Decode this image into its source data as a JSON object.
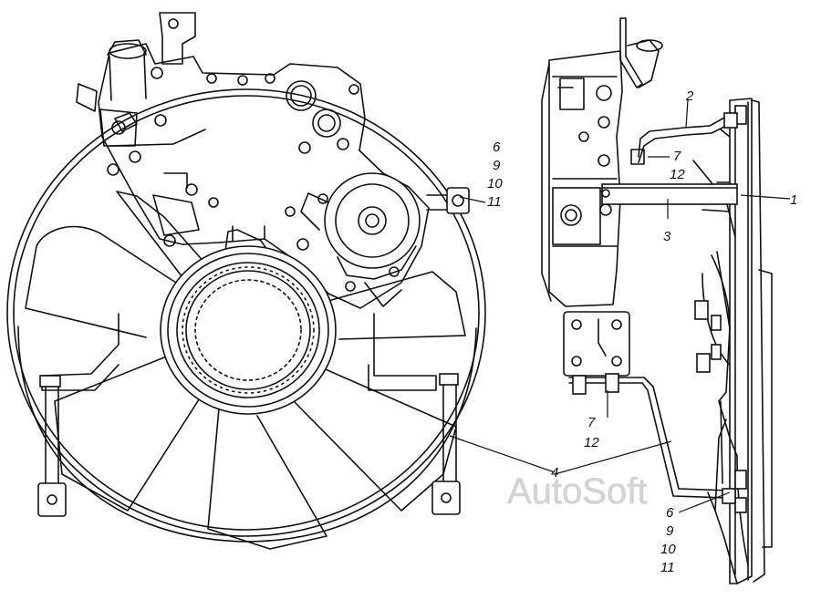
{
  "callouts": {
    "c1": "1",
    "c2": "2",
    "c3": "3",
    "c4": "4",
    "c7_top": "7",
    "c12_top": "12",
    "c7_bot": "7",
    "c12_bot": "12",
    "c6_top": "6",
    "c9_top": "9",
    "c10_top": "10",
    "c11_top": "11",
    "c6_bot": "6",
    "c9_bot": "9",
    "c10_bot": "10",
    "c11_bot": "11"
  },
  "watermark": "AutoSoft",
  "colors": {
    "line": "#111111",
    "background": "#ffffff",
    "watermark": "#d4d4d4"
  }
}
